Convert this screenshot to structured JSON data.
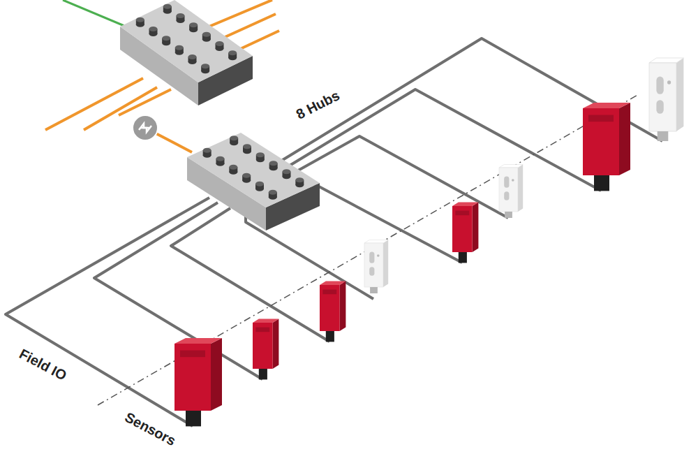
{
  "diagram": {
    "labels": [
      "8 Hubs",
      "Field IO",
      "Sensors"
    ]
  }
}
